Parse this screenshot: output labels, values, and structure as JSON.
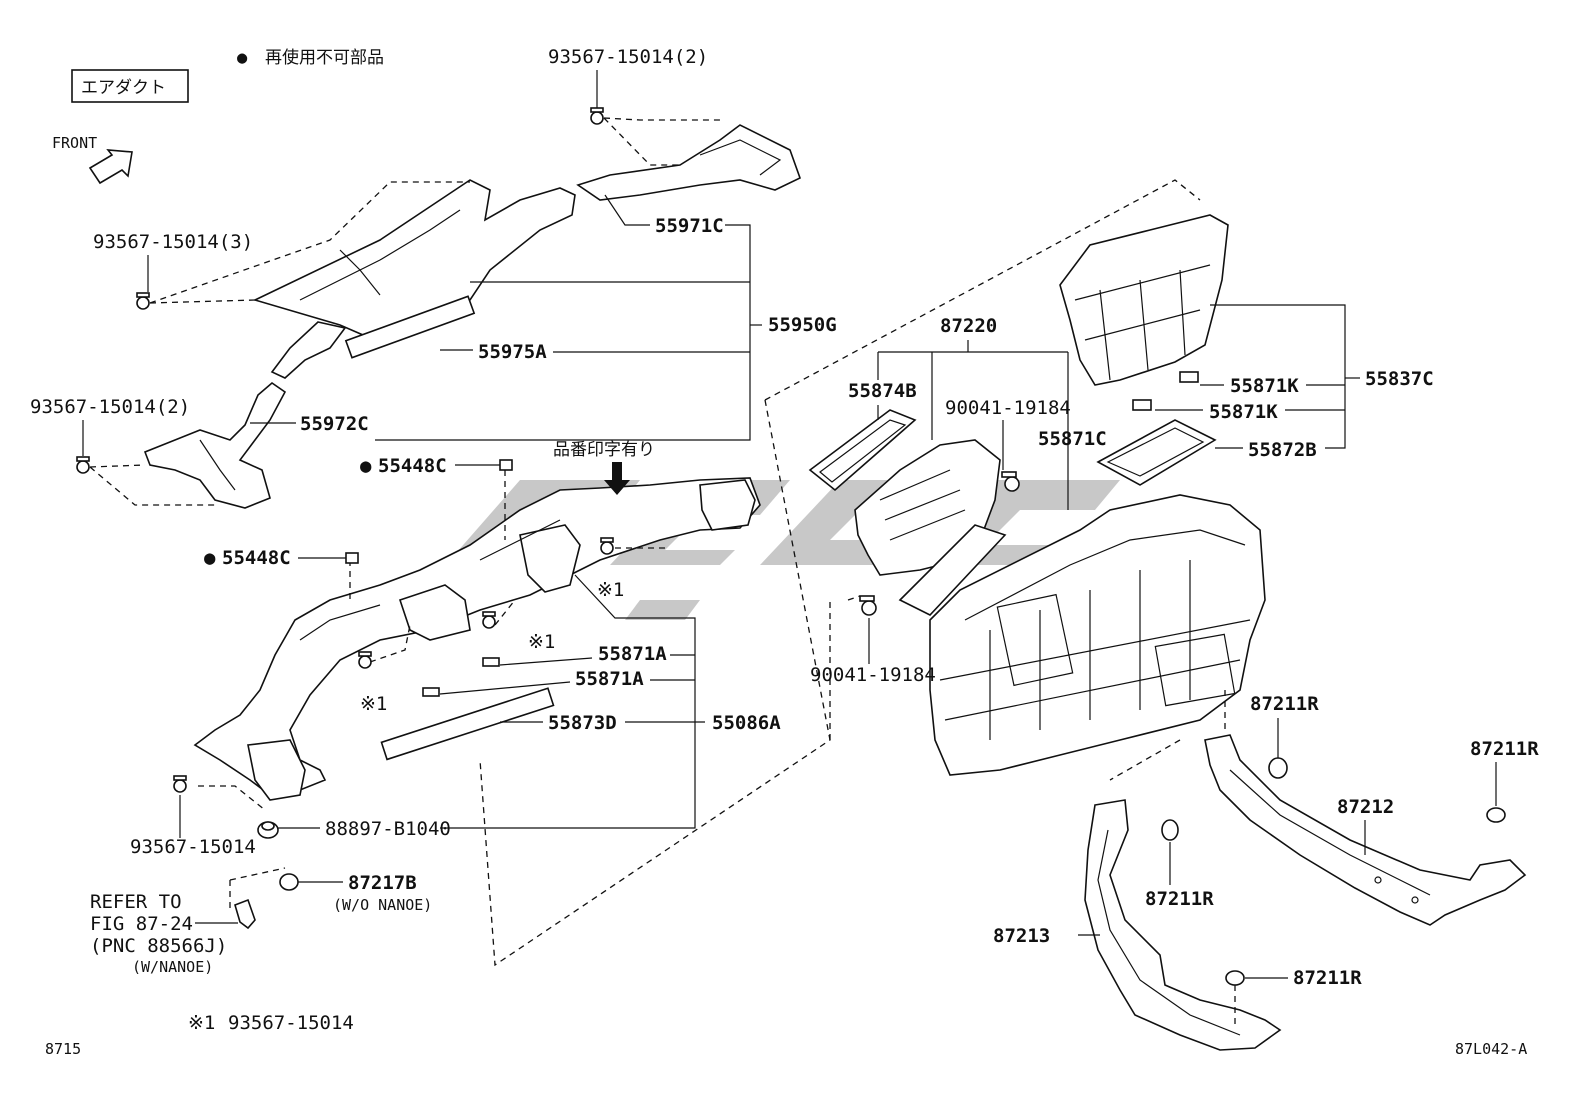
{
  "legend": {
    "non_reusable_symbol": "●",
    "non_reusable_text": "再使用不可部品",
    "section_box": "エアダクト",
    "front": "FRONT"
  },
  "callouts": {
    "bolt_top": "93567-15014(2)",
    "bolt_left3": "93567-15014(3)",
    "bolt_left2": "93567-15014(2)",
    "p55971C": "55971C",
    "p55950G": "55950G",
    "p55975A": "55975A",
    "p55972C": "55972C",
    "stamp_note": "品番印字有り",
    "p55448C_a_dot": "●",
    "p55448C_a": "55448C",
    "p55448C_b_dot": "●",
    "p55448C_b": "55448C",
    "mark1_a": "※1",
    "mark1_b": "※1",
    "mark1_c": "※1",
    "p55871A_a": "55871A",
    "p55871A_b": "55871A",
    "p55873D": "55873D",
    "p55086A": "55086A",
    "bolt_lower": "93567-15014",
    "p88897": "88897-B1040",
    "p87217B": "87217B",
    "wo_nanoe": "(W/O NANOE)",
    "refer_1": "REFER TO",
    "refer_2": "FIG 87-24",
    "refer_3": "(PNC 88566J)",
    "w_nanoe": "(W/NANOE)",
    "footnote_mark": "※1",
    "footnote_part": "93567-15014",
    "p87220": "87220",
    "p55874B": "55874B",
    "p90041_a": "90041-19184",
    "p55871C": "55871C",
    "p90041_b": "90041-19184",
    "p55871K_a": "55871K",
    "p55871K_b": "55871K",
    "p55837C": "55837C",
    "p55872B": "55872B",
    "p87211R_a": "87211R",
    "p87211R_b": "87211R",
    "p87212": "87212",
    "p87211R_c": "87211R",
    "p87213": "87213",
    "p87211R_d": "87211R"
  },
  "footer": {
    "left_code": "8715",
    "right_code": "87L042-A"
  }
}
